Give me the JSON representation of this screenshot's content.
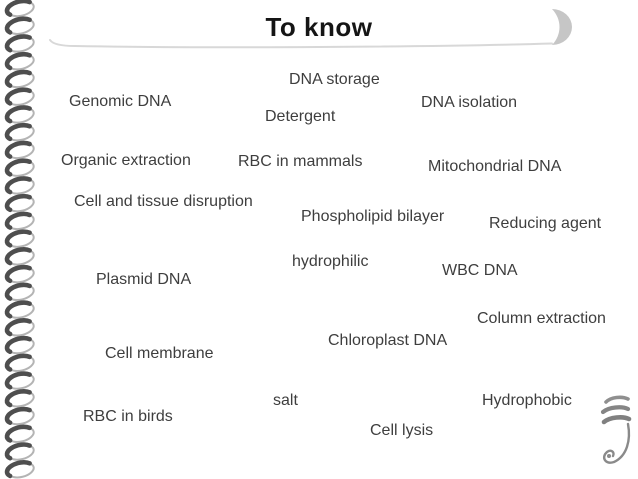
{
  "slide": {
    "title": "To know",
    "terms": [
      "DNA storage",
      "Genomic DNA",
      "DNA isolation",
      "Detergent",
      "Organic extraction",
      "RBC in mammals",
      "Mitochondrial DNA",
      "Cell and tissue disruption",
      "Phospholipid bilayer",
      "Reducing agent",
      "hydrophilic",
      "Plasmid DNA",
      "WBC DNA",
      "Column extraction",
      "Chloroplast DNA",
      "Cell membrane",
      "salt",
      "Hydrophobic",
      "RBC in birds",
      "Cell lysis"
    ],
    "decor": {
      "spiral_binding_icon": "spiral-binding",
      "title_underline_icon": "underline-swoosh",
      "crescent_icon": "crescent-swoosh",
      "corner_flourish_icon": "calligraphic-flourish",
      "colors": {
        "text": "#3e3e3e",
        "title": "#151515",
        "underline": "#d8d8d8",
        "crescent": "#c6c6c6",
        "spiral_dark": "#4e4e4e",
        "spiral_light": "#b4b4b4",
        "flourish": "#858585"
      }
    }
  }
}
